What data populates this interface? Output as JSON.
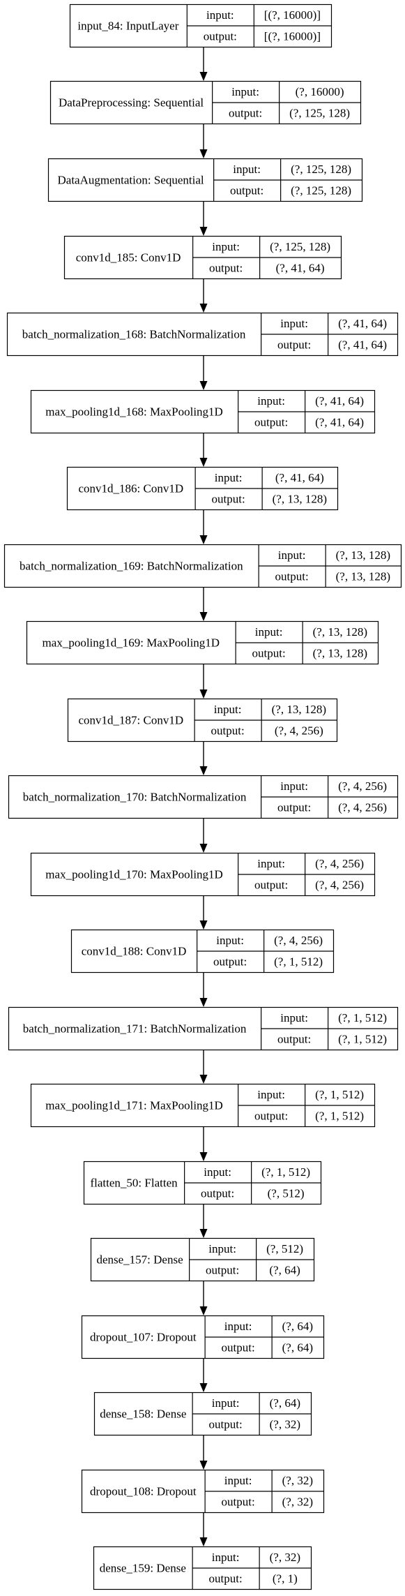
{
  "layers": [
    {
      "name": "input_84: InputLayer",
      "input": "[(?, 16000)]",
      "output": "[(?, 16000)]"
    },
    {
      "name": "DataPreprocessing: Sequential",
      "input": "(?, 16000)",
      "output": "(?, 125, 128)"
    },
    {
      "name": "DataAugmentation: Sequential",
      "input": "(?, 125, 128)",
      "output": "(?, 125, 128)"
    },
    {
      "name": "conv1d_185: Conv1D",
      "input": "(?, 125, 128)",
      "output": "(?, 41, 64)"
    },
    {
      "name": "batch_normalization_168: BatchNormalization",
      "input": "(?, 41, 64)",
      "output": "(?, 41, 64)"
    },
    {
      "name": "max_pooling1d_168: MaxPooling1D",
      "input": "(?, 41, 64)",
      "output": "(?, 41, 64)"
    },
    {
      "name": "conv1d_186: Conv1D",
      "input": "(?, 41, 64)",
      "output": "(?, 13, 128)"
    },
    {
      "name": "batch_normalization_169: BatchNormalization",
      "input": "(?, 13, 128)",
      "output": "(?, 13, 128)"
    },
    {
      "name": "max_pooling1d_169: MaxPooling1D",
      "input": "(?, 13, 128)",
      "output": "(?, 13, 128)"
    },
    {
      "name": "conv1d_187: Conv1D",
      "input": "(?, 13, 128)",
      "output": "(?, 4, 256)"
    },
    {
      "name": "batch_normalization_170: BatchNormalization",
      "input": "(?, 4, 256)",
      "output": "(?, 4, 256)"
    },
    {
      "name": "max_pooling1d_170: MaxPooling1D",
      "input": "(?, 4, 256)",
      "output": "(?, 4, 256)"
    },
    {
      "name": "conv1d_188: Conv1D",
      "input": "(?, 4, 256)",
      "output": "(?, 1, 512)"
    },
    {
      "name": "batch_normalization_171: BatchNormalization",
      "input": "(?, 1, 512)",
      "output": "(?, 1, 512)"
    },
    {
      "name": "max_pooling1d_171: MaxPooling1D",
      "input": "(?, 1, 512)",
      "output": "(?, 1, 512)"
    },
    {
      "name": "flatten_50: Flatten",
      "input": "(?, 1, 512)",
      "output": "(?, 512)"
    },
    {
      "name": "dense_157: Dense",
      "input": "(?, 512)",
      "output": "(?, 64)"
    },
    {
      "name": "dropout_107: Dropout",
      "input": "(?, 64)",
      "output": "(?, 64)"
    },
    {
      "name": "dense_158: Dense",
      "input": "(?, 64)",
      "output": "(?, 32)"
    },
    {
      "name": "dropout_108: Dropout",
      "input": "(?, 32)",
      "output": "(?, 32)"
    },
    {
      "name": "dense_159: Dense",
      "input": "(?, 32)",
      "output": "(?, 1)"
    }
  ],
  "port_labels": {
    "input": "input:",
    "output": "output:"
  }
}
